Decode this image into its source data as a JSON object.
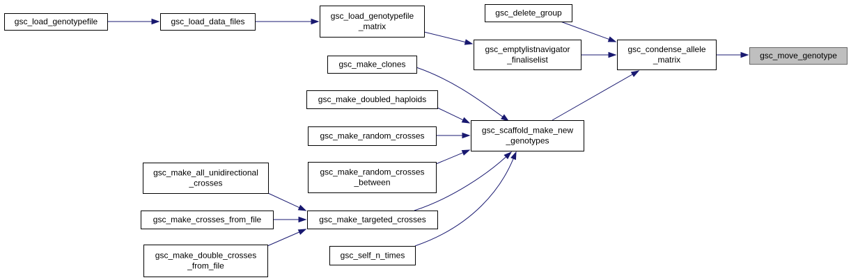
{
  "colors": {
    "edge": "#191970",
    "node_border": "#000000",
    "node_fill": "#ffffff",
    "highlight_fill": "#bfbfbf",
    "highlight_border": "#666666"
  },
  "nodes": [
    {
      "id": "load_genotypefile",
      "lines": [
        "gsc_load_genotypefile"
      ]
    },
    {
      "id": "load_data_files",
      "lines": [
        "gsc_load_data_files"
      ]
    },
    {
      "id": "load_genotypefile_matrix",
      "lines": [
        "gsc_load_genotypefile",
        "_matrix"
      ]
    },
    {
      "id": "delete_group",
      "lines": [
        "gsc_delete_group"
      ]
    },
    {
      "id": "emptylistnavigator_finaliselist",
      "lines": [
        "gsc_emptylistnavigator",
        "_finaliselist"
      ]
    },
    {
      "id": "condense_allele_matrix",
      "lines": [
        "gsc_condense_allele",
        "_matrix"
      ]
    },
    {
      "id": "move_genotype",
      "lines": [
        "gsc_move_genotype"
      ],
      "highlight": true
    },
    {
      "id": "make_clones",
      "lines": [
        "gsc_make_clones"
      ]
    },
    {
      "id": "make_doubled_haploids",
      "lines": [
        "gsc_make_doubled_haploids"
      ]
    },
    {
      "id": "make_random_crosses",
      "lines": [
        "gsc_make_random_crosses"
      ]
    },
    {
      "id": "scaffold_make_new_genotypes",
      "lines": [
        "gsc_scaffold_make_new",
        "_genotypes"
      ]
    },
    {
      "id": "make_random_crosses_between",
      "lines": [
        "gsc_make_random_crosses",
        "_between"
      ]
    },
    {
      "id": "make_all_unidirectional_crosses",
      "lines": [
        "gsc_make_all_unidirectional",
        "_crosses"
      ]
    },
    {
      "id": "make_crosses_from_file",
      "lines": [
        "gsc_make_crosses_from_file"
      ]
    },
    {
      "id": "make_targeted_crosses",
      "lines": [
        "gsc_make_targeted_crosses"
      ]
    },
    {
      "id": "make_double_crosses_from_file",
      "lines": [
        "gsc_make_double_crosses",
        "_from_file"
      ]
    },
    {
      "id": "self_n_times",
      "lines": [
        "gsc_self_n_times"
      ]
    }
  ],
  "edges": [
    {
      "from": "load_genotypefile",
      "to": "load_data_files"
    },
    {
      "from": "load_data_files",
      "to": "load_genotypefile_matrix"
    },
    {
      "from": "load_genotypefile_matrix",
      "to": "emptylistnavigator_finaliselist"
    },
    {
      "from": "delete_group",
      "to": "condense_allele_matrix"
    },
    {
      "from": "emptylistnavigator_finaliselist",
      "to": "condense_allele_matrix"
    },
    {
      "from": "condense_allele_matrix",
      "to": "move_genotype"
    },
    {
      "from": "scaffold_make_new_genotypes",
      "to": "condense_allele_matrix"
    },
    {
      "from": "make_clones",
      "to": "scaffold_make_new_genotypes"
    },
    {
      "from": "make_doubled_haploids",
      "to": "scaffold_make_new_genotypes"
    },
    {
      "from": "make_random_crosses",
      "to": "scaffold_make_new_genotypes"
    },
    {
      "from": "make_random_crosses_between",
      "to": "scaffold_make_new_genotypes"
    },
    {
      "from": "make_targeted_crosses",
      "to": "scaffold_make_new_genotypes"
    },
    {
      "from": "self_n_times",
      "to": "scaffold_make_new_genotypes"
    },
    {
      "from": "make_all_unidirectional_crosses",
      "to": "make_targeted_crosses"
    },
    {
      "from": "make_crosses_from_file",
      "to": "make_targeted_crosses"
    },
    {
      "from": "make_double_crosses_from_file",
      "to": "make_targeted_crosses"
    }
  ]
}
